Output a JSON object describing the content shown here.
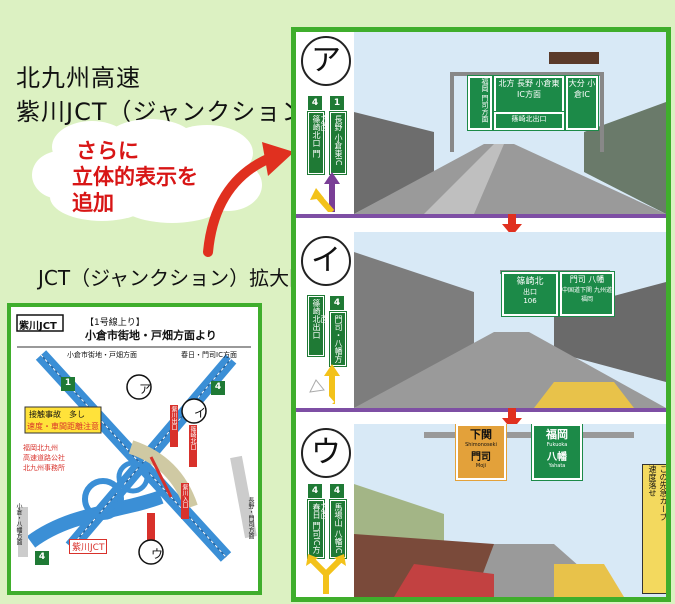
{
  "title": {
    "line1": "北九州高速",
    "line2": "紫川JCT（ジャンクション）"
  },
  "callout": {
    "line1": "さらに",
    "line2": "立体的表示を",
    "line3": "追加"
  },
  "enlarged_label": "JCT（ジャンクション）拡大図",
  "map": {
    "badge": "紫川JCT",
    "heading_top": "【1号線上り】",
    "heading": "小倉市街地・戸畑方面より",
    "place_left": "小倉市街地・戸畑方面",
    "place_right": "春日・門司IC方面",
    "route1": "1",
    "route4": "4",
    "caution_line1": "接触事故　多し",
    "caution_line2": "速度・車間距離注意!",
    "company_line1": "福岡北九州",
    "company_line2": "高速道路公社",
    "company_line3": "北九州事務所",
    "jct_label": "紫川JCT",
    "exit1": "紫川出口",
    "exit2": "篠崎北口",
    "exit3": "紫川入口",
    "side_left": "小倉・八幡方面",
    "side_right": "長野・門司方面",
    "side_bottom_right": "紫川入口",
    "marker_a": "ア",
    "marker_i": "イ",
    "marker_u": "ウ"
  },
  "panels": [
    {
      "kana": "ア",
      "route_a": "4",
      "route_b": "1",
      "sign_a": "篠崎北口 門司・八幡方面",
      "sign_b": "長野 小倉東IC方面",
      "gantry_left": "福岡 門司方面",
      "gantry_mid": "北方 長野 小倉東IC方面",
      "gantry_right": "大分 小倉IC",
      "gantry_sub": "篠崎北出口"
    },
    {
      "kana": "イ",
      "sign_a": "篠崎北出口",
      "route_b": "4",
      "sign_b": "門司・八幡方面",
      "gantry_left": "篠崎北",
      "gantry_left_sub": "出口",
      "gantry_left_num": "106",
      "gantry_right": "門司 八幡",
      "gantry_right_sub": "中国道下関 九州道福岡"
    },
    {
      "kana": "ウ",
      "route_a": "4",
      "route_b": "4",
      "sign_a": "春日 門司IC方面",
      "sign_b": "馬場山 八幡IC方面",
      "gantry_left": "下関",
      "gantry_left_en": "Shimonoseki",
      "gantry_left2": "門司",
      "gantry_left2_en": "Moji",
      "gantry_right": "福岡",
      "gantry_right_en": "Fukuoka",
      "gantry_right2": "八幡",
      "gantry_right2_en": "Yahata",
      "warning": "この先急カーブ",
      "warning2": "速度落せ"
    }
  ],
  "colors": {
    "frame": "#3fae2c",
    "sign_green": "#1c8a48",
    "accent_red": "#d81515",
    "divider": "#7e4fa4",
    "arrow_red": "#e0301f"
  }
}
